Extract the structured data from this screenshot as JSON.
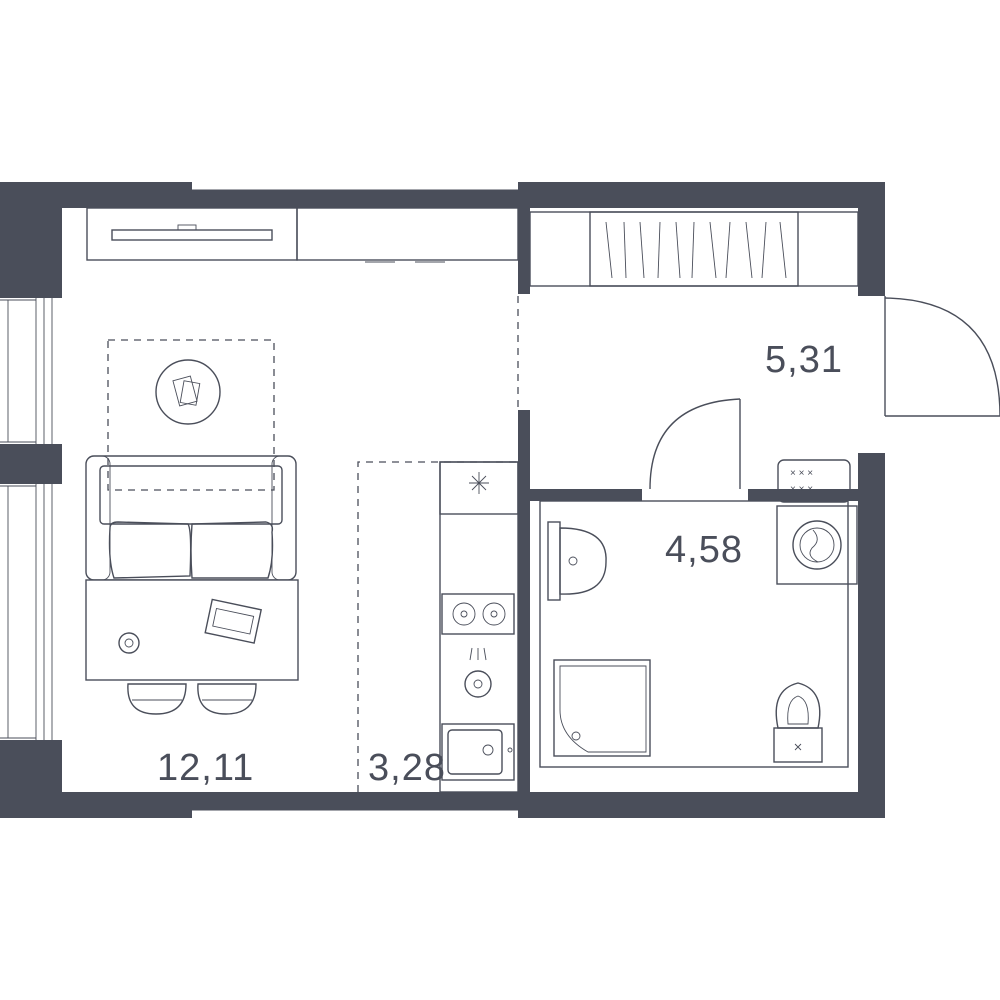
{
  "colors": {
    "wall": "#4a4e5a",
    "line": "#4a4e5a",
    "label": "#4a4e5a",
    "background": "#ffffff"
  },
  "rooms": {
    "living_area": "12,11",
    "kitchen_area": "3,28",
    "hallway_area": "5,31",
    "bathroom_area": "4,58"
  },
  "icons": [
    "sofa-icon",
    "table-icon",
    "laptop-icon",
    "chair-icon",
    "round-rug-icon",
    "tv-unit-icon",
    "wardrobe-icon",
    "fridge-icon",
    "hob-icon",
    "oven-icon",
    "sink-icon",
    "washbasin-icon",
    "shower-tray-icon",
    "toilet-icon",
    "washing-machine-icon",
    "radiator-icon",
    "door-icon",
    "window-icon"
  ]
}
